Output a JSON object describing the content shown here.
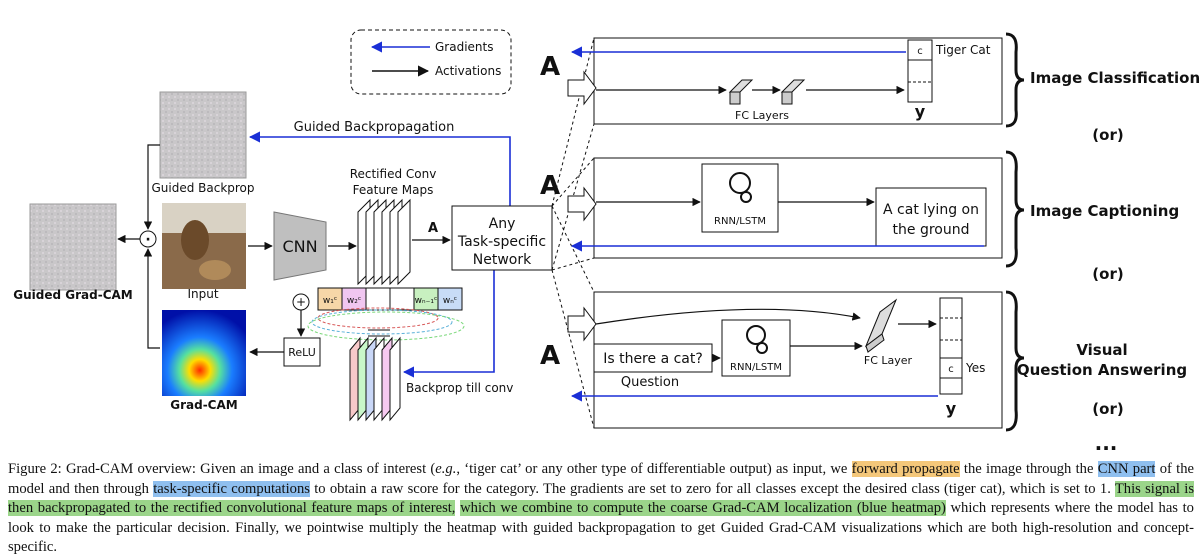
{
  "legend": {
    "gradients": "Gradients",
    "activations": "Activations"
  },
  "left": {
    "guided_backprop": "Guided Backprop",
    "input": "Input",
    "guided_gradcam": "Guided Grad-CAM",
    "gradcam": "Grad-CAM",
    "cnn": "CNN",
    "relu": "ReLU",
    "plus": "+",
    "dot": "·",
    "rectified_line1": "Rectified Conv",
    "rectified_line2": "Feature Maps",
    "a_label": "A",
    "guided_backpropagation": "Guided Backpropagation",
    "backprop_till_conv": "Backprop till conv",
    "weights": [
      "w₁ᶜ",
      "w₂ᶜ",
      "",
      "",
      "wₙ₋₁ᶜ",
      "wₙᶜ"
    ]
  },
  "network": {
    "line1": "Any",
    "line2": "Task-specific",
    "line3": "Network"
  },
  "panel1": {
    "a": "A",
    "c": "c",
    "class_label": "Tiger Cat",
    "fc_layers": "FC Layers",
    "y": "y"
  },
  "panel2": {
    "a": "A",
    "rnn": "RNN/LSTM",
    "out_line1": "A cat lying on",
    "out_line2": "the ground"
  },
  "panel3": {
    "a": "A",
    "question_text": "Is there a cat?",
    "question_label": "Question",
    "rnn": "RNN/LSTM",
    "fc_layer": "FC Layer",
    "c": "c",
    "answer": "Yes",
    "y": "y"
  },
  "tasks": {
    "classification": "Image Classification",
    "or1": "(or)",
    "captioning": "Image Captioning",
    "or2": "(or)",
    "vqa_line1": "Visual",
    "vqa_line2": "Question Answering",
    "or3": "(or)",
    "ellipsis": "..."
  },
  "caption": {
    "s1": "Figure 2: Grad-CAM overview: Given an image and a class of interest (",
    "eg": "e.g.",
    "s2": ", ‘tiger cat’ or any other type of differentiable output) as input, we ",
    "h1": "forward propagate",
    "s3": " the image through the ",
    "h2": "CNN part",
    "s4": " of the model and then through ",
    "h3": "task-specific computations",
    "s5": " to obtain a raw score for the category.  The gradients are set to zero for all classes except the desired class (tiger cat), which is set to 1. ",
    "h4": "This signal is then backpropagated to the rectified convolutional feature maps of interest,",
    "s6": " ",
    "h5": "which we combine to compute the coarse Grad-CAM localization (blue heatmap)",
    "s7": " which represents where the model has to look to make the particular decision.  Finally, we pointwise multiply the heatmap with guided backpropagation to get Guided Grad-CAM visualizations which are both high-resolution and concept-specific."
  },
  "colors": {
    "gradient_arrow": "#1a2fd6",
    "highlight_orange": "#f4c77a",
    "highlight_blue": "#8fbfef",
    "highlight_green": "#9bd58a"
  }
}
